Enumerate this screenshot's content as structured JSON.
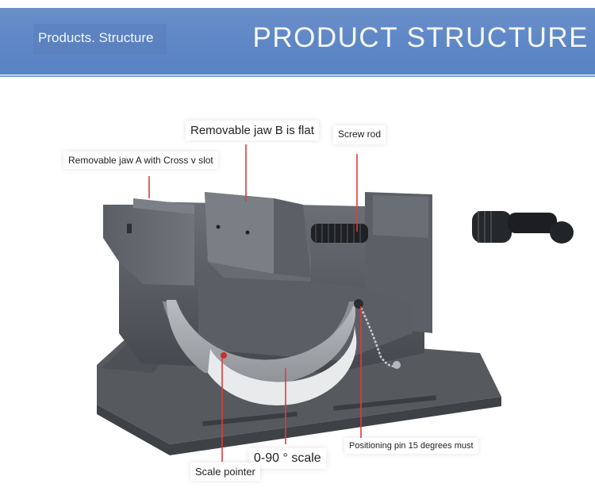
{
  "header": {
    "subtitle": "Products. Structure",
    "title": "PRODUCT STRUCTURE"
  },
  "callouts": {
    "jaw_b": "Removable jaw B is flat",
    "screw": "Screw rod",
    "jaw_a": "Removable jaw A with Cross v slot",
    "scale": "0-90 ° scale",
    "pin": "Positioning pin 15 degrees must",
    "pointer": "Scale pointer"
  },
  "colors": {
    "banner": "#5d86c6",
    "body": "#55595e",
    "leader_line": "#e23a3a"
  }
}
